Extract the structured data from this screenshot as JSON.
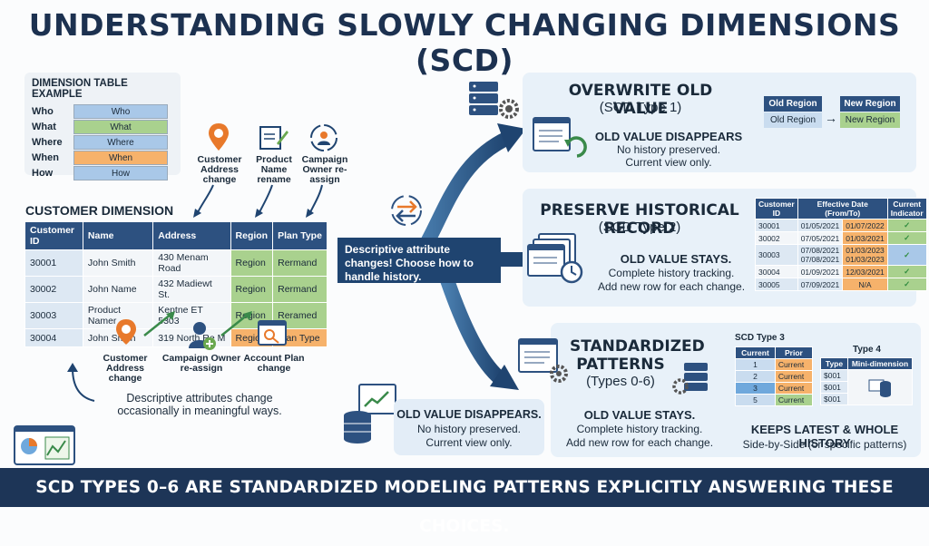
{
  "title": "UNDERSTANDING SLOWLY CHANGING DIMENSIONS (SCD)",
  "dim_example": {
    "heading": "DIMENSION TABLE EXAMPLE",
    "rows": [
      {
        "label": "Who",
        "value": "Who",
        "color": "#a9c8e8"
      },
      {
        "label": "What",
        "value": "What",
        "color": "#a9d18e"
      },
      {
        "label": "Where",
        "value": "Where",
        "color": "#a9c8e8"
      },
      {
        "label": "When",
        "value": "When",
        "color": "#f6b26b"
      },
      {
        "label": "How",
        "value": "How",
        "color": "#a9c8e8"
      }
    ]
  },
  "top_icons": {
    "customer_address": "Customer Address change",
    "product_name": "Product Name rename",
    "campaign_owner": "Campaign Owner re-assign"
  },
  "customer_dim": {
    "title": "CUSTOMER DIMENSION",
    "headers": [
      "Customer ID",
      "Name",
      "Address",
      "Region",
      "Plan Type"
    ],
    "rows": [
      [
        "30001",
        "John Smith",
        "430 Menam Road",
        "Region",
        "Rermand"
      ],
      [
        "30002",
        "John Name",
        "432 Madiewt St.",
        "Region",
        "Rermand"
      ],
      [
        "30003",
        "Product Namer",
        "Kentne ET 5303",
        "Region",
        "Reramed"
      ],
      [
        "30004",
        "John Smith",
        "319 North Re M",
        "Region",
        "Plan Type"
      ]
    ]
  },
  "bottom_icons": {
    "customer_address": "Customer Address change",
    "campaign_owner": "Campaign Owner re-assign",
    "account_plan": "Account Plan change"
  },
  "left_note": "Descriptive attributes change occasionally in meaningful ways.",
  "center_text": "Descriptive attribute changes! Choose how to handle history.",
  "type1": {
    "title": "OVERWRITE OLD VALUE",
    "subtitle": "(SCD Type 1)",
    "bold": "OLD VALUE DISAPPEARS",
    "line1": "No history preserved.",
    "line2": "Current view only.",
    "old_header": "Old Region",
    "old_value": "Old Region",
    "new_header": "New Region",
    "new_value": "New Region"
  },
  "type2": {
    "title": "PRESERVE HISTORICAL RECORD",
    "subtitle": "(SCD Type 2)",
    "bold": "OLD VALUE STAYS.",
    "line1": "Complete history tracking.",
    "line2": "Add new row for each change.",
    "headers": {
      "id": "Customer ID",
      "eff": "Effective Date (From/To)",
      "cur": "Current Indicator"
    },
    "rows": [
      {
        "id": "30001",
        "from": "01/05/2021",
        "to": "01/07/2022",
        "cur": "✓"
      },
      {
        "id": "30002",
        "from": "07/05/2021",
        "to": "01/03/2021",
        "cur": "✓"
      },
      {
        "id": "30003",
        "from": "07/08/2021\n07/08/2021",
        "to": "01/03/2023\n01/03/2023",
        "cur": "✓"
      },
      {
        "id": "30004",
        "from": "01/09/2021",
        "to": "12/03/2021",
        "cur": "✓"
      },
      {
        "id": "30005",
        "from": "07/09/2021",
        "to": "N/A",
        "cur": "✓"
      }
    ]
  },
  "patterns": {
    "title1": "STANDARDIZED",
    "title2": "PATTERNS",
    "subtitle": "(Types 0-6)",
    "bold": "OLD VALUE STAYS.",
    "line1": "Complete history tracking.",
    "line2": "Add new row for each change.",
    "scd3_title": "SCD Type 3",
    "scd3_headers": [
      "Current",
      "Prior"
    ],
    "scd3_rows": [
      [
        "1",
        "Current"
      ],
      [
        "2",
        "Current"
      ],
      [
        "3",
        "Current"
      ],
      [
        "5",
        "Current"
      ]
    ],
    "type4_title": "Type 4",
    "type4_headers": [
      "Type",
      "Mini-dimension"
    ],
    "type4_rows": [
      "$001",
      "$001",
      "$001"
    ],
    "keeps": "KEEPS LATEST & WHOLE HISTORY",
    "side": "Side-by-Side (or specific patterns)"
  },
  "small_box": {
    "bold": "OLD VALUE DISAPPEARS.",
    "line1": "No history preserved.",
    "line2": "Current view only."
  },
  "footer": "SCD TYPES 0–6 ARE STANDARDIZED MODELING PATTERNS EXPLICITLY ANSWERING THESE CHOICES."
}
